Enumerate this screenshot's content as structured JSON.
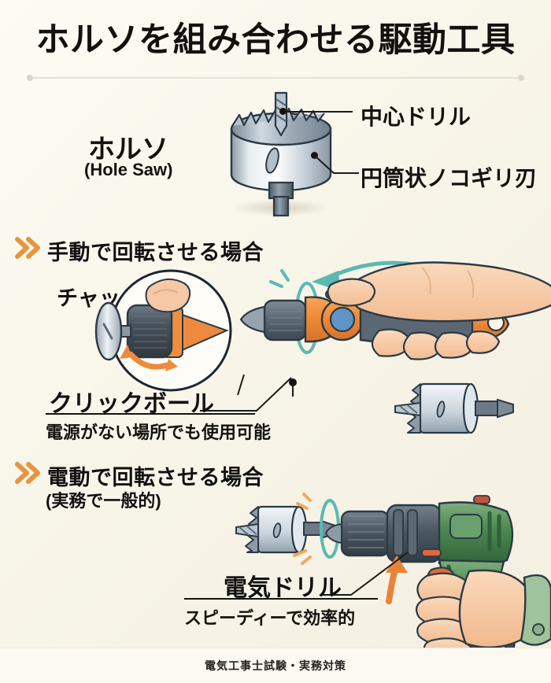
{
  "page": {
    "title": "ホルソを組み合わせる駆動工具",
    "background_color": "#faf7ec",
    "accent_orange": "#e8943f",
    "accent_teal": "#5cb9b2",
    "text_color": "#12110f"
  },
  "hole_saw_section": {
    "label_jp": "ホルソ",
    "label_en": "(Hole Saw)",
    "callouts": [
      {
        "text": "中心ドリル"
      },
      {
        "text": "円筒状ノコギリ刃"
      }
    ]
  },
  "manual_section": {
    "heading": "手動で回転させる場合",
    "chuck_label": "チャック",
    "callout_title": "クリックボール",
    "callout_sub": "電源がない場所でも使用可能",
    "marker_icon": "double-chevron-right-icon"
  },
  "electric_section": {
    "heading": "電動で回転させる場合",
    "subheading": "(実務で一般的)",
    "callout_title": "電気ドリル",
    "callout_sub": "スピーディーで効率的",
    "marker_icon": "double-chevron-right-icon"
  },
  "footer": {
    "text": "電気工事士試験・実務対策"
  }
}
